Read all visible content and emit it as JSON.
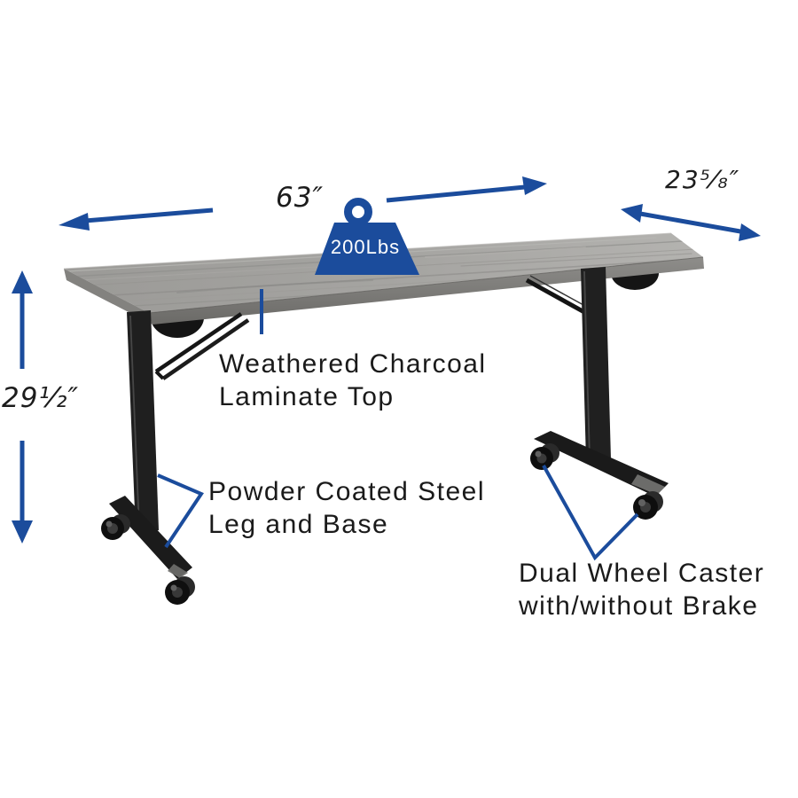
{
  "diagram": {
    "title": "Mobile folding training table product dimension diagram",
    "dims": {
      "width": "63″",
      "depth": "23⁵⁄₈″",
      "height": "29¹⁄₂″"
    },
    "weight_capacity": "200Lbs",
    "callouts": {
      "top": {
        "line1": "Weathered Charcoal",
        "line2": "Laminate Top"
      },
      "leg": {
        "line1": "Powder Coated Steel",
        "line2": "Leg and Base"
      },
      "caster": {
        "line1": "Dual Wheel Caster",
        "line2": "with/without Brake"
      }
    },
    "icons": {
      "weight": "weight-capacity-icon",
      "arrows": [
        "width-arrow",
        "depth-arrow",
        "height-arrow"
      ]
    },
    "colors": {
      "accent_blue": "#1b4c9c",
      "text": "#1a1a1a",
      "laminate_top": "#a6a5a2",
      "laminate_edge": "#757470",
      "steel_black": "#1d1d1d",
      "background": "#ffffff"
    }
  }
}
